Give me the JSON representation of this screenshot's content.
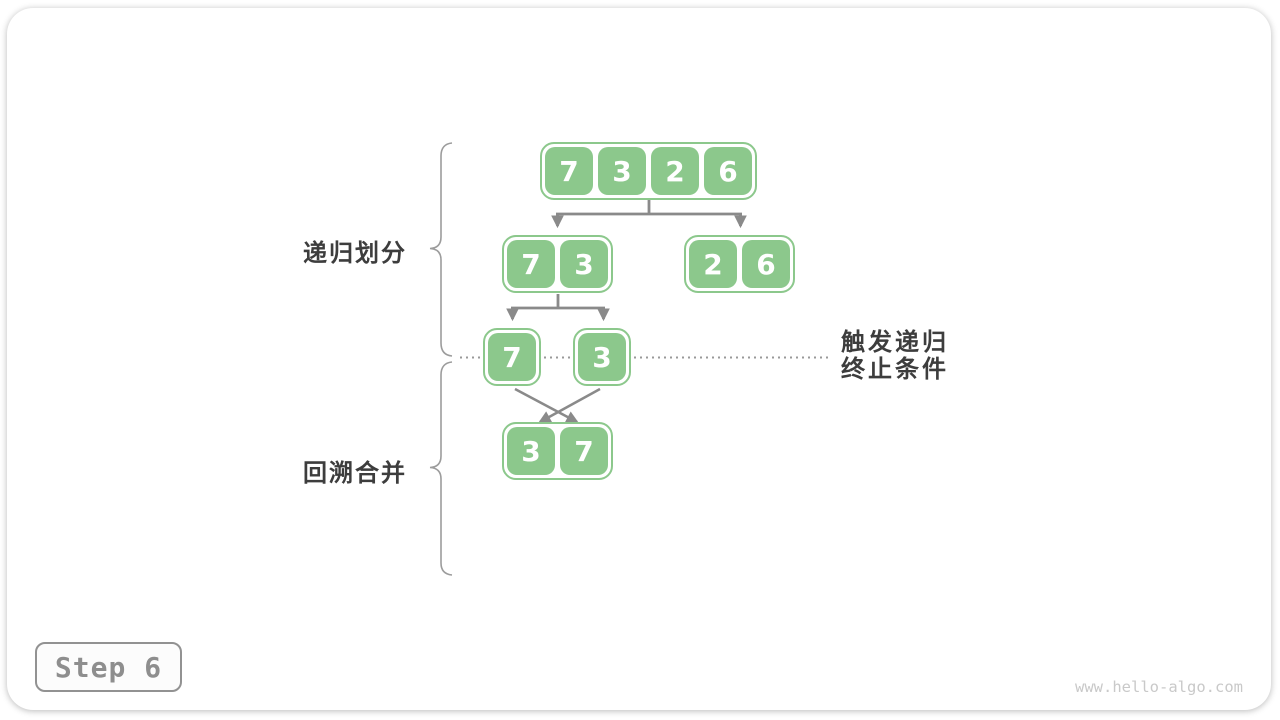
{
  "page": {
    "step_label": "Step 6",
    "watermark": "www.hello-algo.com"
  },
  "labels": {
    "recursive_divide": "递归划分",
    "backtrack_merge": "回溯合并",
    "termination_line1": "触发递归",
    "termination_line2": "终止条件"
  },
  "colors": {
    "cell_green": "#8cc88c",
    "arrow_gray": "#8a8a8a",
    "brace_gray": "#9c9c9c",
    "dotted_gray": "#999999",
    "label_dark": "#3d3d3d",
    "step_gray": "#8e8e8e",
    "watermark_gray": "#c9c9c9"
  },
  "diagram": {
    "nodes": [
      {
        "id": "root",
        "cells": [
          "7",
          "3",
          "2",
          "6"
        ]
      },
      {
        "id": "left-pair",
        "cells": [
          "7",
          "3"
        ]
      },
      {
        "id": "right-pair",
        "cells": [
          "2",
          "6"
        ]
      },
      {
        "id": "single-7",
        "cells": [
          "7"
        ]
      },
      {
        "id": "single-3",
        "cells": [
          "3"
        ]
      },
      {
        "id": "merged-pair",
        "cells": [
          "3",
          "7"
        ]
      }
    ]
  }
}
